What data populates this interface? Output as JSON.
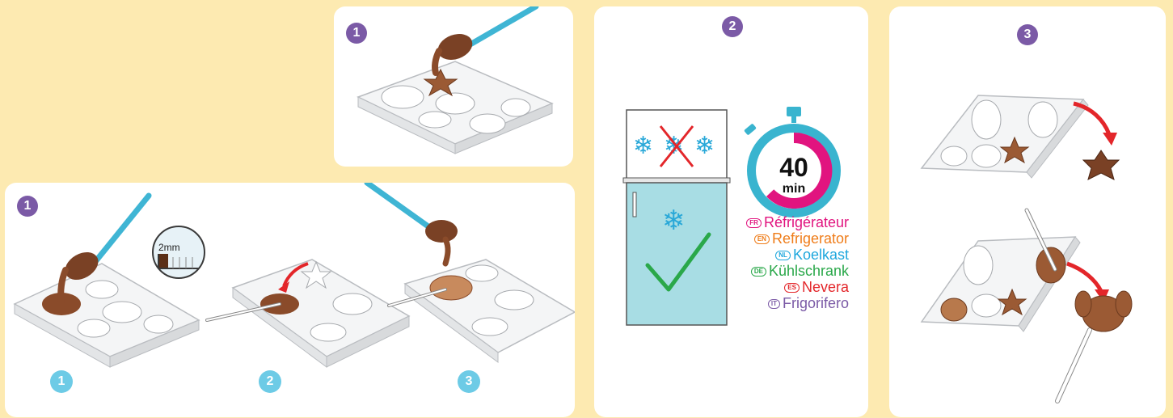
{
  "top_panel": {
    "step": "1"
  },
  "left_panel": {
    "step": "1",
    "thickness_label": "2mm",
    "substeps": [
      "1",
      "2",
      "3"
    ]
  },
  "fridge_panel": {
    "step": "2",
    "timer_value": "40",
    "timer_unit": "min",
    "languages": [
      {
        "code": "FR",
        "name": "Réfrigérateur",
        "color": "#e1147f"
      },
      {
        "code": "EN",
        "name": "Refrigerator",
        "color": "#ef7d1a"
      },
      {
        "code": "NL",
        "name": "Koelkast",
        "color": "#1ea7dd"
      },
      {
        "code": "DE",
        "name": "Kühlschrank",
        "color": "#2aa84a"
      },
      {
        "code": "ES",
        "name": "Nevera",
        "color": "#e3262a"
      },
      {
        "code": "IT",
        "name": "Frigorifero",
        "color": "#7b5aa6"
      }
    ]
  },
  "unmold_panel": {
    "step": "3"
  },
  "colors": {
    "background": "#fdeab1",
    "panel": "#ffffff",
    "step_badge": "#7b5aa6",
    "substep_badge": "#6dcbe6",
    "spoon": "#3fb5d4",
    "chocolate": "#8a4b2a",
    "fridge": "#a8dde4",
    "timer": "#39b4cf",
    "timer_fill": "#e1147f",
    "arrow": "#e3262a",
    "check": "#2aa84a"
  }
}
